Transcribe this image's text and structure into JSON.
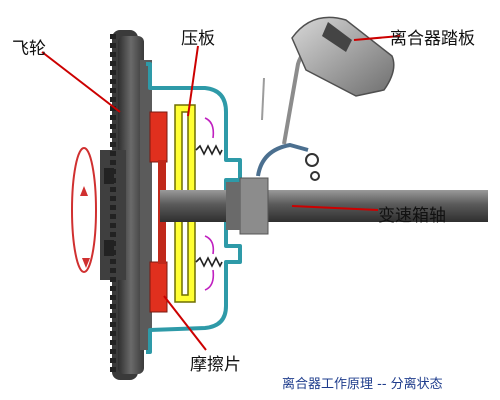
{
  "labels": {
    "flywheel": "飞轮",
    "pressure_plate": "压板",
    "clutch_pedal": "离合器踏板",
    "transmission_shaft": "变速箱轴",
    "friction_plate": "摩擦片"
  },
  "caption": "离合器工作原理 -- 分离状态",
  "colors": {
    "flywheel": "#4a4a4a",
    "pressure_plate": "#ffff33",
    "friction_plate": "#e0301e",
    "housing": "#2e9aa8",
    "spring": "#222222",
    "spring_accent": "#c020c0",
    "shaft": "#555555",
    "rotation_arrow": "#d03030",
    "leader_line": "#cc0000",
    "pedal": "#7f7f7f",
    "pedal_link": "#4b6f8f"
  },
  "icons": {
    "rotation": "circular-arrow-icon"
  }
}
